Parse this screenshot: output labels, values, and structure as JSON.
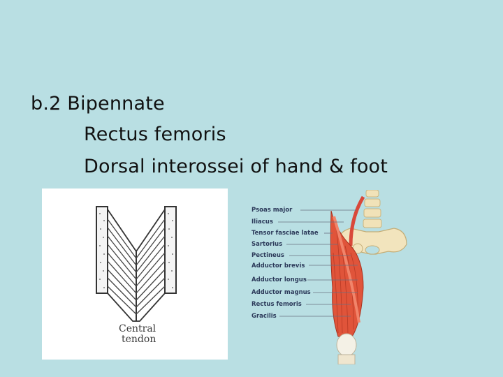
{
  "slide": {
    "heading": "b.2 Bipennate",
    "examples": [
      "Rectus femoris",
      "Dorsal interossei of hand & foot"
    ]
  },
  "figure_left": {
    "caption_lines": [
      "Central",
      "tendon"
    ]
  },
  "figure_right": {
    "labels": [
      "Psoas major",
      "Iliacus",
      "Tensor fasciae latae",
      "Sartorius",
      "Pectineus",
      "Adductor brevis",
      "Adductor longus",
      "Adductor magnus",
      "Rectus femoris",
      "Gracilis"
    ]
  },
  "colors": {
    "background": "#b9dfe3",
    "muscle": "#e0543a",
    "label": "#2c3a5a"
  }
}
